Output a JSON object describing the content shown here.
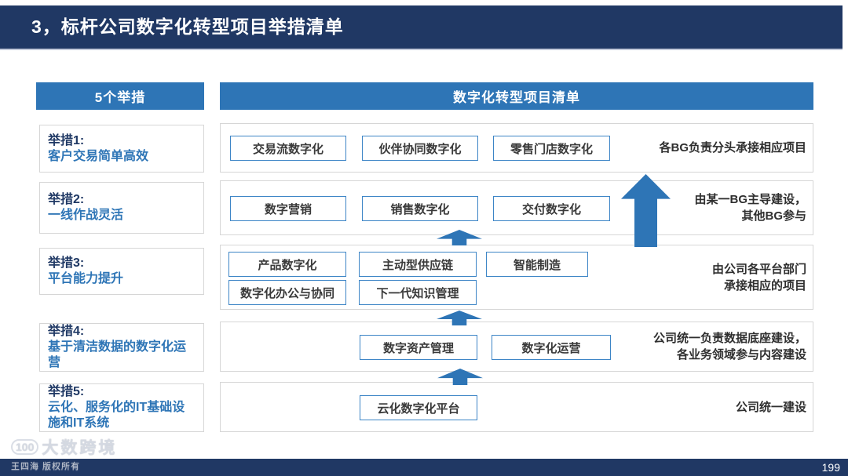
{
  "colors": {
    "navy": "#203864",
    "blue": "#2E75B6",
    "box-border": "#3d85c6",
    "row-border": "#d6d6d6",
    "arrow": "#2E75B6",
    "label-title": "#1F3864",
    "label-desc": "#2E75B6",
    "box-text": "#3a3a3a"
  },
  "header": {
    "title": "3，标杆公司数字化转型项目举措清单"
  },
  "column_headers": {
    "measures": "5个举措",
    "projects": "数字化转型项目清单"
  },
  "rows": [
    {
      "label_title": "举措1:",
      "label_desc": "客户交易简单高效",
      "boxes": [
        "交易流数字化",
        "伙伴协同数字化",
        "零售门店数字化"
      ],
      "note": [
        "各BG负责分头承接相应项目"
      ]
    },
    {
      "label_title": "举措2:",
      "label_desc": "一线作战灵活",
      "boxes": [
        "数字营销",
        "销售数字化",
        "交付数字化"
      ],
      "note": [
        "由某一BG主导建设，",
        "其他BG参与"
      ]
    },
    {
      "label_title": "举措3:",
      "label_desc": "平台能力提升",
      "boxes": [
        "产品数字化",
        "主动型供应链",
        "智能制造",
        "数字化办公与协同",
        "下一代知识管理"
      ],
      "note": [
        "由公司各平台部门",
        "承接相应的项目"
      ]
    },
    {
      "label_title": "举措4:",
      "label_desc": "基于清洁数据的数字化运营",
      "boxes": [
        "数字资产管理",
        "数字化运营"
      ],
      "note": [
        "公司统一负责数据底座建设，",
        "各业务领域参与内容建设"
      ]
    },
    {
      "label_title": "举措5:",
      "label_desc": "云化、服务化的IT基础设施和IT系统",
      "boxes": [
        "云化数字化平台"
      ],
      "note": [
        "公司统一建设"
      ]
    }
  ],
  "footer": {
    "page_number": "199",
    "watermark_logo": "100",
    "watermark_brand": "大数跨境",
    "watermark_copyright": "王四海 版权所有"
  }
}
